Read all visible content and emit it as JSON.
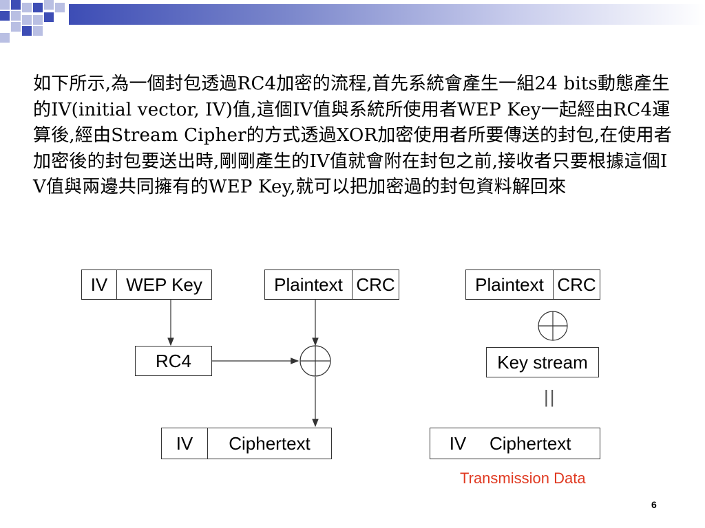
{
  "paragraph": "如下所示,為一個封包透過RC4加密的流程,首先系統會產生一組24 bits動態產生的IV(initial vector, IV)值,這個IV值與系統所使用者WEP Key一起經由RC4運算後,經由Stream Cipher的方式透過XOR加密使用者所要傳送的封包,在使用者加密後的封包要送出時,剛剛產生的IV值就會附在封包之前,接收者只要根據這個IV值與兩邊共同擁有的WEP Key,就可以把加密過的封包資料解回來",
  "left_diagram": {
    "key_box": {
      "iv": "IV",
      "key": "WEP Key"
    },
    "plain_box": {
      "plaintext": "Plaintext",
      "crc": "CRC"
    },
    "rc4_box": "RC4",
    "cipher_box": {
      "iv": "IV",
      "ciphertext": "Ciphertext"
    }
  },
  "right_diagram": {
    "plain_box": {
      "plaintext": "Plaintext",
      "crc": "CRC"
    },
    "keystream_box": "Key stream",
    "equals_sign": "||",
    "cipher_box": {
      "iv": "IV",
      "ciphertext": "Ciphertext"
    },
    "caption": "Transmission Data"
  },
  "page_number": "6",
  "colors": {
    "caption": "#e03a22",
    "bar_dark": "#3d4db5",
    "square_blue": "#3d4db5",
    "square_light": "#b9bfe3"
  }
}
